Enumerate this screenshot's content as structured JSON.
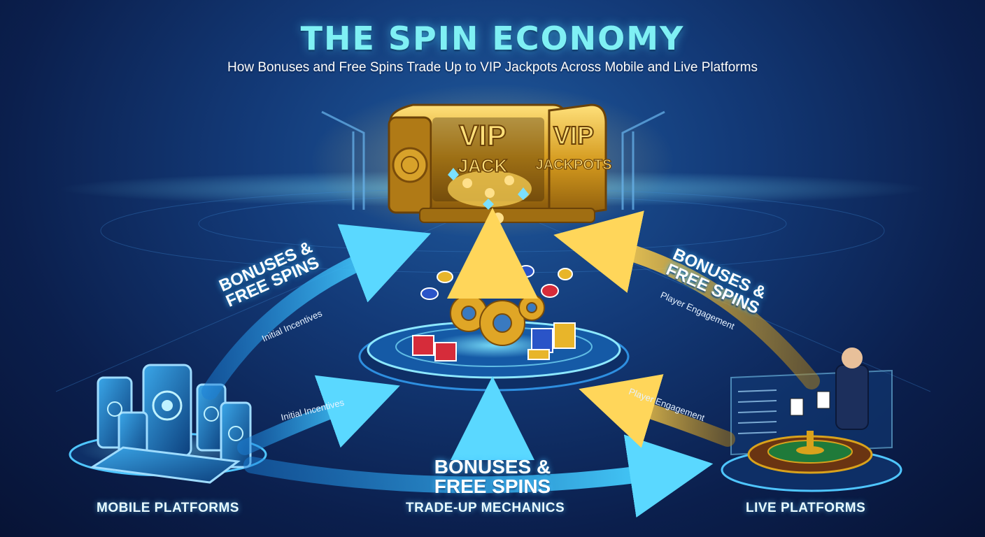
{
  "header": {
    "title": "THE SPIN ECONOMY",
    "subtitle": "How Bonuses and Free Spins Trade Up to VIP Jackpots Across Mobile and Live Platforms"
  },
  "vault": {
    "label_vip_left": "VIP",
    "label_jack_left": "JACK",
    "label_vip_right": "VIP",
    "label_jackpots_right": "JACKPOTS"
  },
  "flows": {
    "left_upper": {
      "line1": "BONUSES &",
      "line2": "FREE SPINS",
      "note": "Initial Incentives"
    },
    "right_upper": {
      "line1": "BONUSES &",
      "line2": "FREE SPINS",
      "note": "Player Engagement"
    },
    "left_lower": {
      "note": "Initial Incentives"
    },
    "right_lower": {
      "note": "Player Engagement"
    },
    "bottom": {
      "line1": "BONUSES &",
      "line2": "FREE SPINS"
    }
  },
  "sections": {
    "mobile": "MOBILE PLATFORMS",
    "center": "TRADE-UP MECHANICS",
    "live": "LIVE PLATFORMS"
  },
  "colors": {
    "title": "#7ff0f4",
    "blue_arrow": "#2fb6ff",
    "gold_arrow": "#f6c33a",
    "gold": "#d9a21c",
    "background": "#0b1f4d"
  }
}
